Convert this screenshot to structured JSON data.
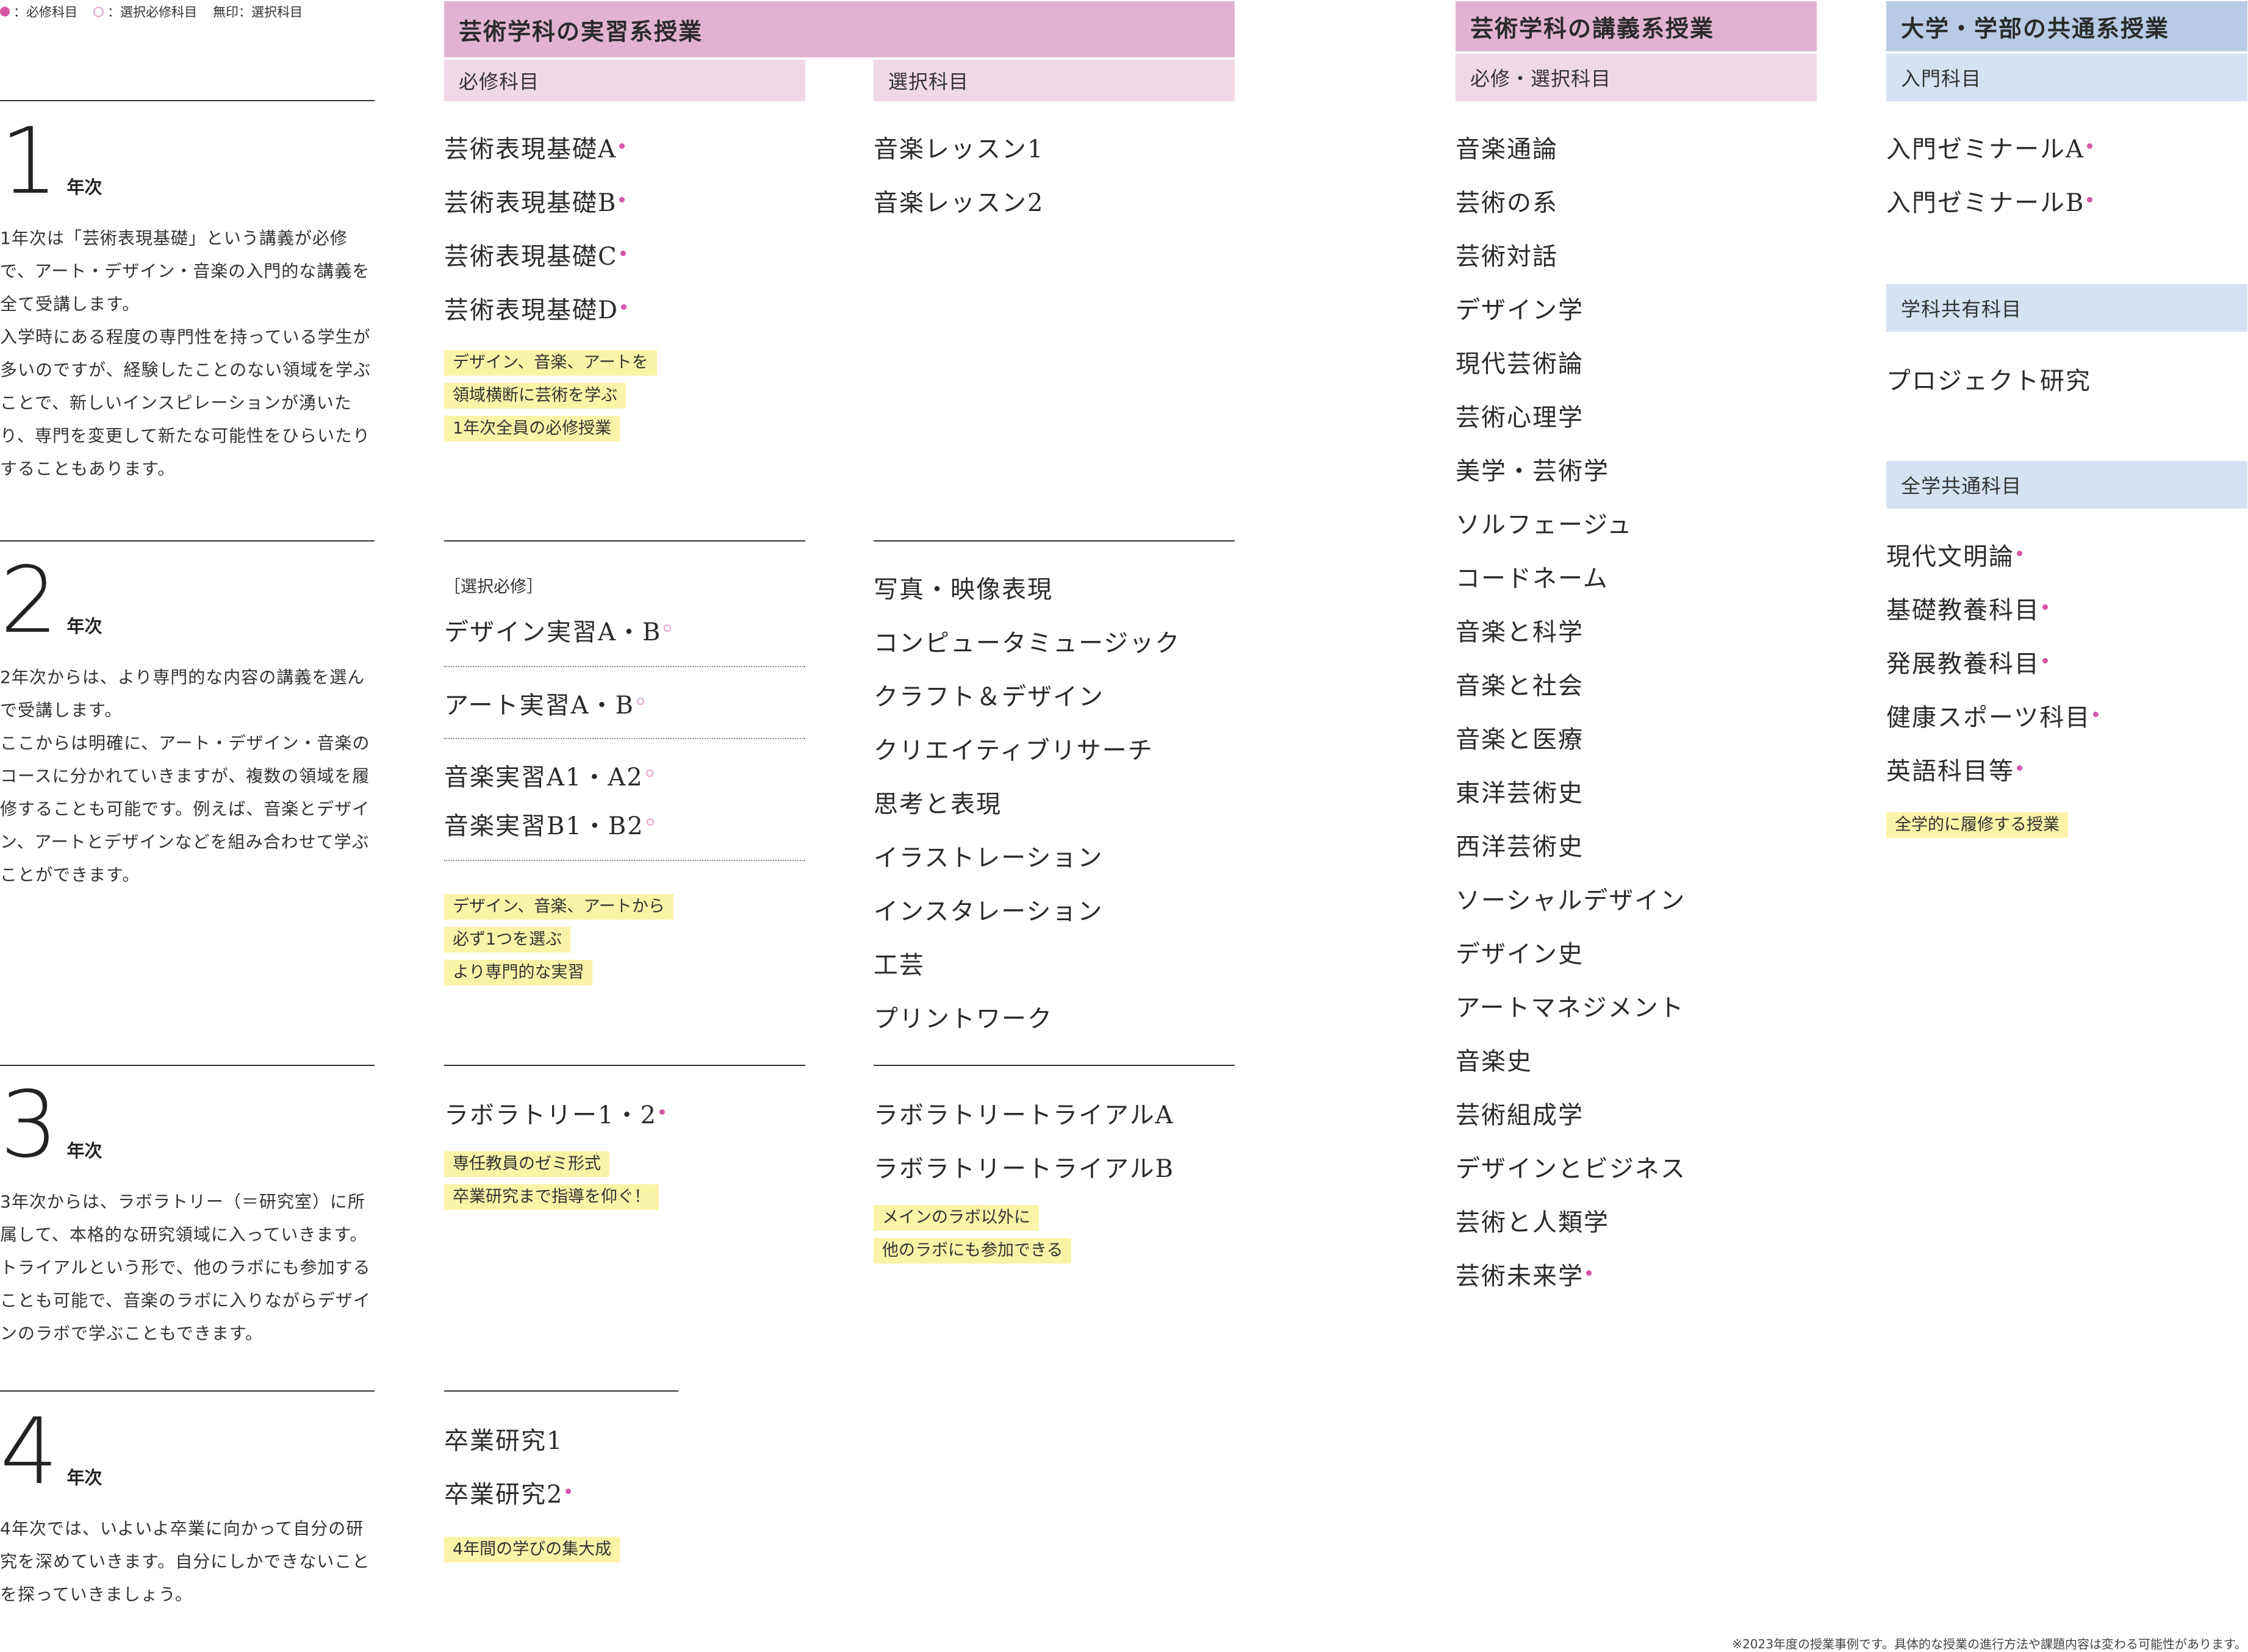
{
  "legend": {
    "required": "：必修科目",
    "selective_required": "：選択必修科目",
    "elective": "無印：選択科目"
  },
  "practical": {
    "title": "芸術学科の実習系授業",
    "required_label": "必修科目",
    "elective_label": "選択科目"
  },
  "lecture": {
    "title": "芸術学科の講義系授業",
    "sub_label": "必修・選択科目",
    "items": [
      "音楽通論",
      "芸術の系",
      "芸術対話",
      "デザイン学",
      "現代芸術論",
      "芸術心理学",
      "美学・芸術学",
      "ソルフェージュ",
      "コードネーム",
      "音楽と科学",
      "音楽と社会",
      "音楽と医療",
      "東洋芸術史",
      "西洋芸術史",
      "ソーシャルデザイン",
      "デザイン史",
      "アートマネジメント",
      "音楽史",
      "芸術組成学",
      "デザインとビジネス",
      "芸術と人類学",
      "芸術未来学"
    ],
    "last_item_mark": "required"
  },
  "common": {
    "title": "大学・学部の共通系授業",
    "intro_label": "入門科目",
    "intro_items": [
      "入門ゼミナールA",
      "入門ゼミナールB"
    ],
    "dept_label": "学科共有科目",
    "dept_items": [
      "プロジェクト研究"
    ],
    "univ_label": "全学共通科目",
    "univ_items": [
      "現代文明論",
      "基礎教養科目",
      "発展教養科目",
      "健康スポーツ科目",
      "英語科目等"
    ],
    "univ_tag": "全学的に履修する授業"
  },
  "years": {
    "y1": {
      "num": "1",
      "label": "年次",
      "desc": [
        "1年次は「芸術表現基礎」という講義が必修で、アート・デザイン・音楽の入門的な講義を全て受講します。",
        "入学時にある程度の専門性を持っている学生が多いのですが、経験したことのない領域を学ぶことで、新しいインスピレーションが湧いたり、専門を変更して新たな可能性をひらいたりすることもあります。"
      ],
      "required": [
        "芸術表現基礎A",
        "芸術表現基礎B",
        "芸術表現基礎C",
        "芸術表現基礎D"
      ],
      "required_tags": [
        "デザイン、音楽、アートを",
        "領域横断に芸術を学ぶ",
        "1年次全員の必修授業"
      ],
      "elective": [
        "音楽レッスン1",
        "音楽レッスン2"
      ]
    },
    "y2": {
      "num": "2",
      "label": "年次",
      "desc": [
        "2年次からは、より専門的な内容の講義を選んで受講します。",
        "ここからは明確に、アート・デザイン・音楽のコースに分かれていきますが、複数の領域を履修することも可能です。例えば、音楽とデザイン、アートとデザインなどを組み合わせて学ぶことができます。"
      ],
      "selective_label": "［選択必修］",
      "selective": [
        "デザイン実習A・B",
        "アート実習A・B",
        "音楽実習A1・A2",
        "音楽実習B1・B2"
      ],
      "selective_tags": [
        "デザイン、音楽、アートから",
        "必ず1つを選ぶ",
        "より専門的な実習"
      ],
      "elective": [
        "写真・映像表現",
        "コンピュータミュージック",
        "クラフト＆デザイン",
        "クリエイティブリサーチ",
        "思考と表現",
        "イラストレーション",
        "インスタレーション",
        "工芸",
        "プリントワーク"
      ]
    },
    "y3": {
      "num": "3",
      "label": "年次",
      "desc": [
        "3年次からは、ラボラトリー（＝研究室）に所属して、本格的な研究領域に入っていきます。",
        "トライアルという形で、他のラボにも参加することも可能で、音楽のラボに入りながらデザインのラボで学ぶこともできます。"
      ],
      "required": [
        "ラボラトリー1・2"
      ],
      "required_tags": [
        "専任教員のゼミ形式",
        "卒業研究まで指導を仰ぐ！"
      ],
      "elective": [
        "ラボラトリートライアルA",
        "ラボラトリートライアルB"
      ],
      "elective_tags": [
        "メインのラボ以外に",
        "他のラボにも参加できる"
      ]
    },
    "y4": {
      "num": "4",
      "label": "年次",
      "desc": [
        "4年次では、いよいよ卒業に向かって自分の研究を深めていきます。自分にしかできないことを探っていきましょう。"
      ],
      "required": [
        "卒業研究1",
        "卒業研究2"
      ],
      "required_tags": [
        "4年間の学びの集大成"
      ]
    }
  },
  "footnote": "※2023年度の授業事例です。具体的な授業の進行方法や課題内容は変わる可能性があります。",
  "colors": {
    "required_mark": "#d457a5",
    "selective_mark": "#e5a2cc",
    "practical_header": "#e2b3d0",
    "common_header": "#b8cbe6",
    "tag_bg": "#fbf3a8"
  }
}
